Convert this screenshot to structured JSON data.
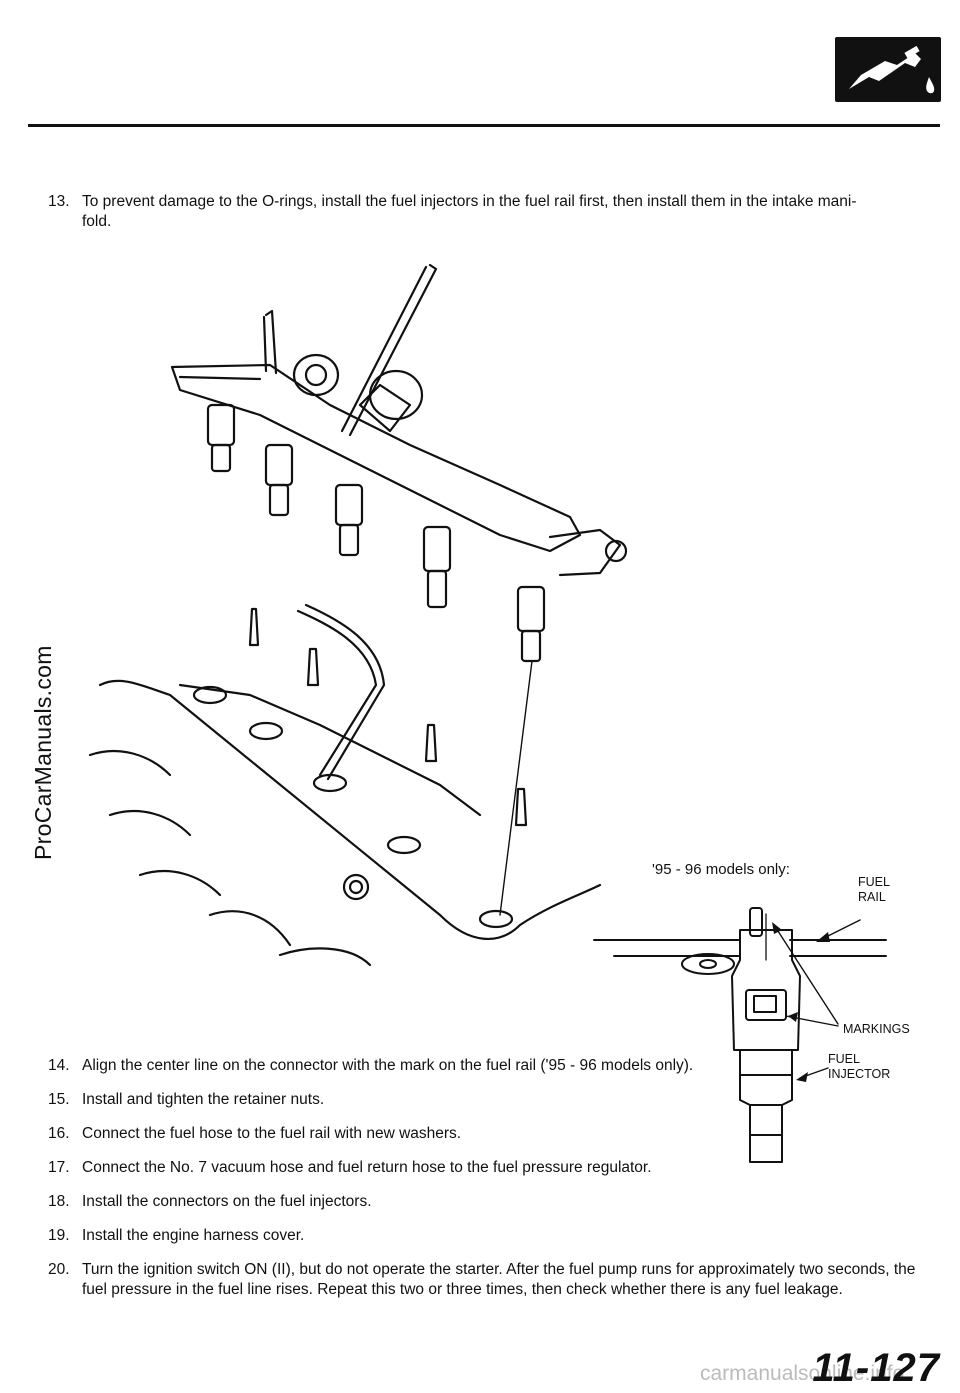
{
  "icon": {
    "name": "fuel-nozzle-icon"
  },
  "steps": [
    {
      "num": "13.",
      "text": "To prevent damage to the O-rings, install the fuel injectors in the fuel rail first, then install them in the intake mani-",
      "cont": "fold."
    },
    {
      "num": "14.",
      "text": "Align the center line on the connector with the mark on the fuel rail ('95 - 96 models only)."
    },
    {
      "num": "15.",
      "text": "Install and tighten the retainer nuts."
    },
    {
      "num": "16.",
      "text": "Connect the fuel hose to the fuel rail with new washers."
    },
    {
      "num": "17.",
      "text": "Connect the No. 7 vacuum hose and fuel return hose to the fuel pressure regulator."
    },
    {
      "num": "18.",
      "text": "Install the connectors on the fuel injectors."
    },
    {
      "num": "19.",
      "text": "Install the engine harness cover."
    },
    {
      "num": "20.",
      "text": "Turn the ignition switch ON (II), but do not operate the starter. After the fuel pump runs for approximately two seconds, the fuel pressure in the fuel line rises. Repeat this two or three times, then check whether there is any fuel leakage."
    }
  ],
  "figure": {
    "models_note": "'95 - 96 models only:",
    "label_fuel_rail_1": "FUEL",
    "label_fuel_rail_2": "RAIL",
    "label_markings": "MARKINGS",
    "label_injector_1": "FUEL",
    "label_injector_2": "INJECTOR"
  },
  "watermark": "ProCarManuals.com",
  "page_number": "11-127",
  "footer_watermark": "carmanualsonline.info"
}
